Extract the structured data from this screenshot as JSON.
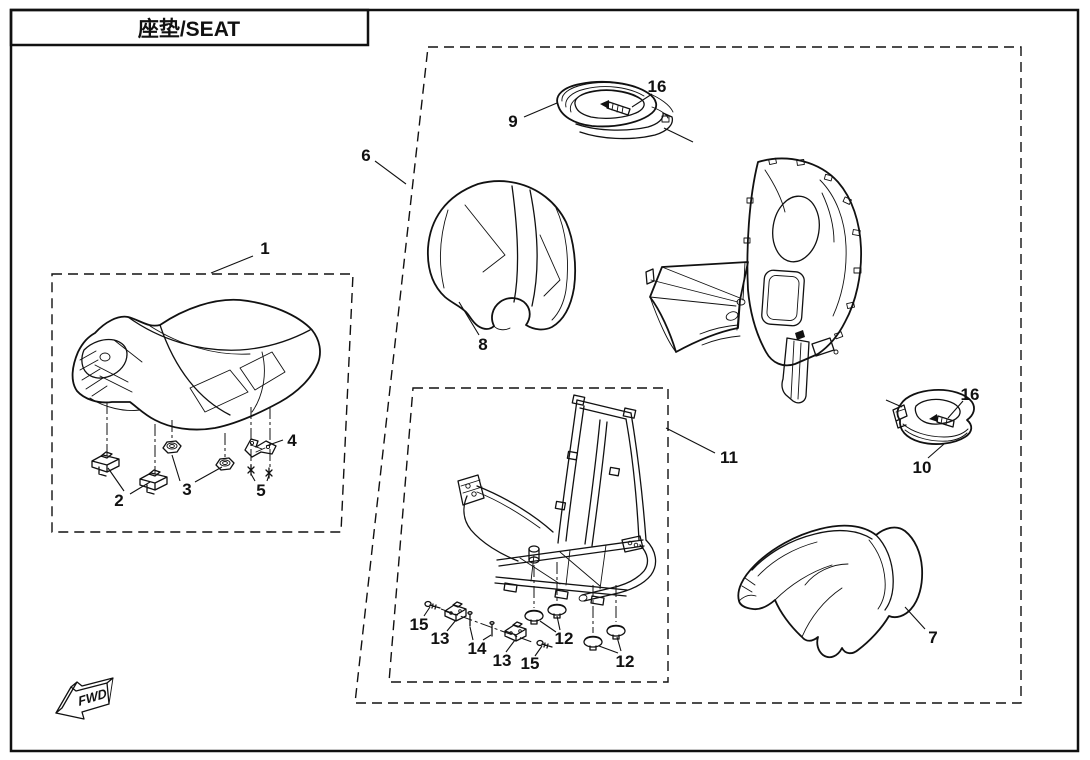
{
  "page": {
    "title": "座垫/SEAT",
    "fwd_label": "FWD"
  },
  "callouts": [
    {
      "text": "1"
    },
    {
      "text": "2"
    },
    {
      "text": "3"
    },
    {
      "text": "4"
    },
    {
      "text": "5"
    },
    {
      "text": "6"
    },
    {
      "text": "7"
    },
    {
      "text": "8"
    },
    {
      "text": "9"
    },
    {
      "text": "16"
    },
    {
      "text": "10"
    },
    {
      "text": "16"
    },
    {
      "text": "11"
    },
    {
      "text": "12"
    },
    {
      "text": "12"
    },
    {
      "text": "13"
    },
    {
      "text": "13"
    },
    {
      "text": "14"
    },
    {
      "text": "15"
    },
    {
      "text": "15"
    }
  ]
}
